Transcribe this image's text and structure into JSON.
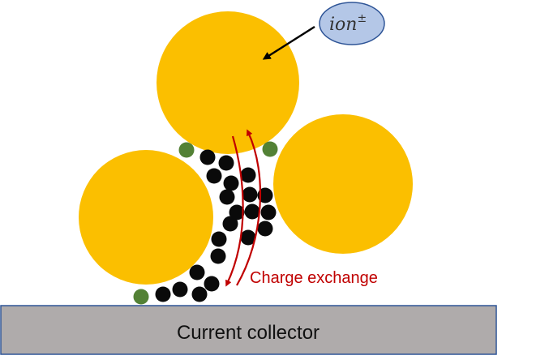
{
  "labels": {
    "ion": "ion",
    "ion_superscript": "±",
    "charge_exchange": "Charge exchange",
    "current_collector": "Current collector"
  },
  "colors": {
    "active_particle": "#FBBF00",
    "conductive_additive": "#0A0A0A",
    "binder": "#538135",
    "charge_arrow": "#C00000",
    "collector_fill": "#AFABAB",
    "collector_border": "#2F5597",
    "ion_bubble_fill": "#B4C7E7",
    "ion_bubble_border": "#2F5597"
  },
  "icons": {
    "ion_pointer": "arrow-icon",
    "charge_paths": "curved-arrow-icon"
  }
}
